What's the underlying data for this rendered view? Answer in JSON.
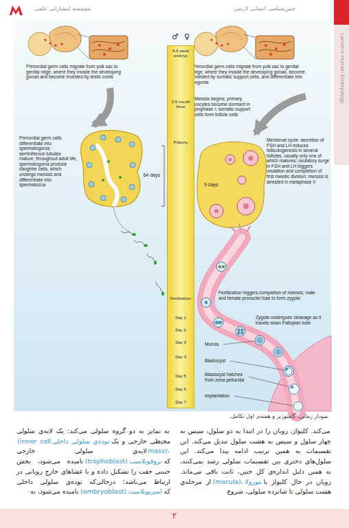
{
  "diagram": {
    "caption": "نمودار زمانی، گامتوژنز و هفته‌ی اول تکامل.",
    "nodes": [
      {
        "text": [
          "4-6 week embryo",
          "3-5 month fetus",
          "Puberty",
          "Fertilization",
          "Day 1",
          "Day 2",
          "Day 3",
          "Day 4",
          "Day 5",
          "Day 6",
          "Day 7"
        ]
      }
    ],
    "labels": [
      "موسسه انتشاراتی علمی",
      "جنین‌شناسی انسانی لارسن",
      "Larsen's Human Embryology",
      "♂",
      "♀",
      "Primordial germ cells migrate from yolk sac to genital ridge, where they invade the developing gonad and become invested by testis cords",
      "Primordial germ cells migrate from yolk sac to genital ridge, where they invade the developing gonad, become invested by somatic support cells, and differentiate into oogonia",
      "Meiosis begins; primary oocytes become dormant in prophase I; somatic support cells form follicle cells",
      "Primordial germ cells differentiate into spermatogonia; seminiferous tubules mature; throughout adult life, spermatogonia produce daughter cells, which undergo meiosis and differentiate into spermatozoa",
      "64 days",
      "Menstrual cycle: secretion of FSH and LH induces folliculogenesis in several follicles, usually only one of which matures; ovulatory surge in FSH and LH triggers ovulation and completion of first meiotic division; meiosis is arrested in metaphase II",
      "9 days",
      "Fertilization triggers completion of meiosis; male and female pronuclei fuse to form zygote",
      "Zygote undergoes cleavage as it travels down Fallopian tube",
      "Morula",
      "Blastocyst",
      "Blastocyst hatches from zona pellucida",
      "Implantation",
      "می‌کند. کلیواژ، رویان را در ابتدا به دو سلول، سپس به چهار سلول و سپس به هشت سلول تبدیل می‌کند. این تقسیمات به همین ترتیب ادامه پیدا می‌کند. این سلول‌های دختری بین تقسیمات سلولی رشد نمی‌کنند، به همین دلیل اندازه‌ی کل جنین، ثابت باقی می‌ماند. رویان در حال کلیواژ یا",
      "مورولا",
      "(morula)،",
      "از مرحله‌ی هشت سلولی تا شانزده سلولی، شروع",
      "به تمایز به دو گروه سلولی می‌کند: یک لایه‌ی سلولی محیطی خارجی و یک",
      "توده‌ی سلولی داخلی",
      "(inner cell mass)،",
      "لایه‌ی سلولی خارجی که",
      "تروفوبلاست",
      "(trophoblast)",
      "نامیده می‌شود، بخش جنینی جفت را تشکیل داده و با غشاهای خارج رویانی در ارتباط می‌باشد؛ درحالی‌که توده‌ی سلولی داخلی که",
      "امبریوبلاست",
      "(embryoblast)",
      "نامیده می‌شود، به",
      "۲"
    ]
  }
}
